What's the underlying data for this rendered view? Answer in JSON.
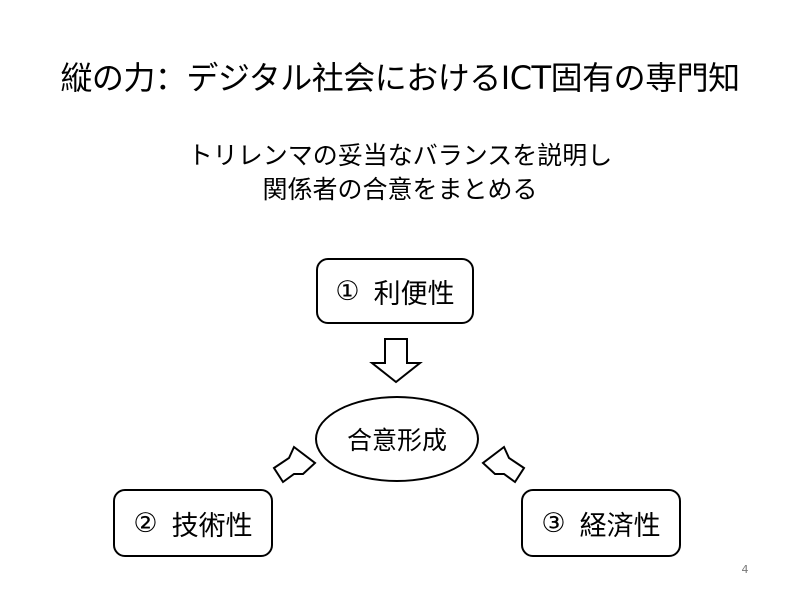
{
  "slide": {
    "title": "縦の力：デジタル社会におけるICT固有の専門知",
    "subtitle_line1": "トリレンマの妥当なバランスを説明し",
    "subtitle_line2": "関係者の合意をまとめる",
    "page_number": "4"
  },
  "diagram": {
    "center": {
      "label": "合意形成"
    },
    "nodes": [
      {
        "number": "①",
        "label": "利便性"
      },
      {
        "number": "②",
        "label": "技術性"
      },
      {
        "number": "③",
        "label": "経済性"
      }
    ]
  }
}
